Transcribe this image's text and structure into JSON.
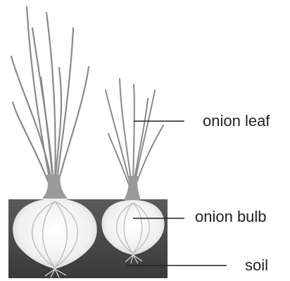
{
  "diagram": {
    "labels": {
      "leaf": "onion leaf",
      "bulb": "onion bulb",
      "soil": "soil"
    },
    "colors": {
      "soil": "#4a4a4a",
      "bulb": "#f2f2f2",
      "leaf": "#8c8c8c",
      "leader_line": "#222222",
      "text": "#222222"
    }
  }
}
